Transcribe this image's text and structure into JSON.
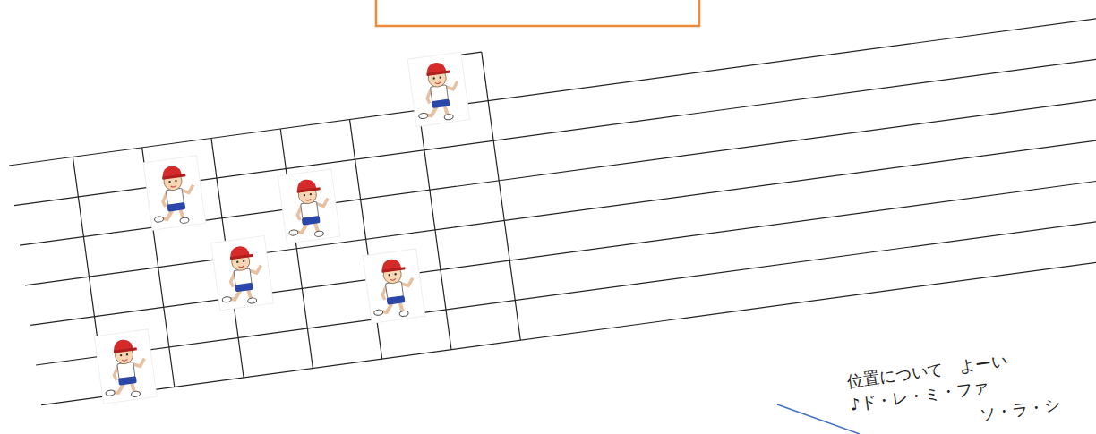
{
  "diagram": {
    "labels": [
      "位置について　よーい",
      "♪ド・レ・ミ・ファ",
      "ソ・ラ・シ"
    ]
  }
}
